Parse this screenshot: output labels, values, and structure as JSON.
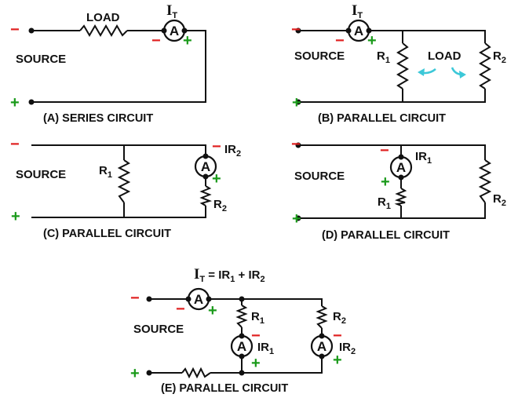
{
  "colors": {
    "negative": "#e02020",
    "positive": "#1a9a1a",
    "arrow": "#3cc8d8",
    "wire": "#111111"
  },
  "symbols": {
    "minus": "−",
    "plus": "+",
    "ammeter": "A"
  },
  "labels": {
    "source": "SOURCE",
    "load": "LOAD",
    "i": "I",
    "t": "T",
    "ir": "IR",
    "r": "R",
    "one": "1",
    "two": "2"
  },
  "equation": {
    "lhs_main": "I",
    "lhs_sub": "T",
    "mid": " = IR",
    "sub1": "1",
    "plus": " + IR",
    "sub2": "2"
  },
  "captions": {
    "a": "(A) SERIES CIRCUIT",
    "b": "(B) PARALLEL CIRCUIT",
    "c": "(C) PARALLEL CIRCUIT",
    "d": "(D) PARALLEL CIRCUIT",
    "e": "(E)  PARALLEL CIRCUIT"
  }
}
